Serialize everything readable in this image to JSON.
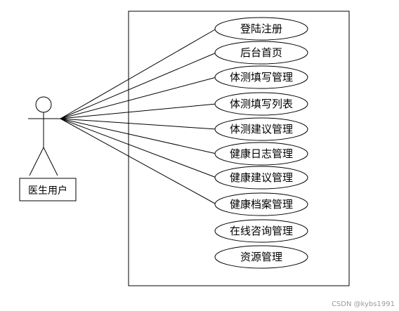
{
  "actor": {
    "label": "医生用户"
  },
  "use_cases": [
    {
      "label": "登陆注册",
      "linked": true
    },
    {
      "label": "后台首页",
      "linked": true
    },
    {
      "label": "体测填写管理",
      "linked": true
    },
    {
      "label": "体测填写列表",
      "linked": true
    },
    {
      "label": "体测建议管理",
      "linked": true
    },
    {
      "label": "健康日志管理",
      "linked": true
    },
    {
      "label": "健康建议管理",
      "linked": true
    },
    {
      "label": "健康档案管理",
      "linked": true
    },
    {
      "label": "在线咨询管理",
      "linked": false
    },
    {
      "label": "资源管理",
      "linked": false
    }
  ],
  "watermark": "CSDN @kybs1991",
  "colors": {
    "stroke": "#000000",
    "fill": "#ffffff",
    "text": "#000000",
    "watermark": "#9a9a9a"
  }
}
